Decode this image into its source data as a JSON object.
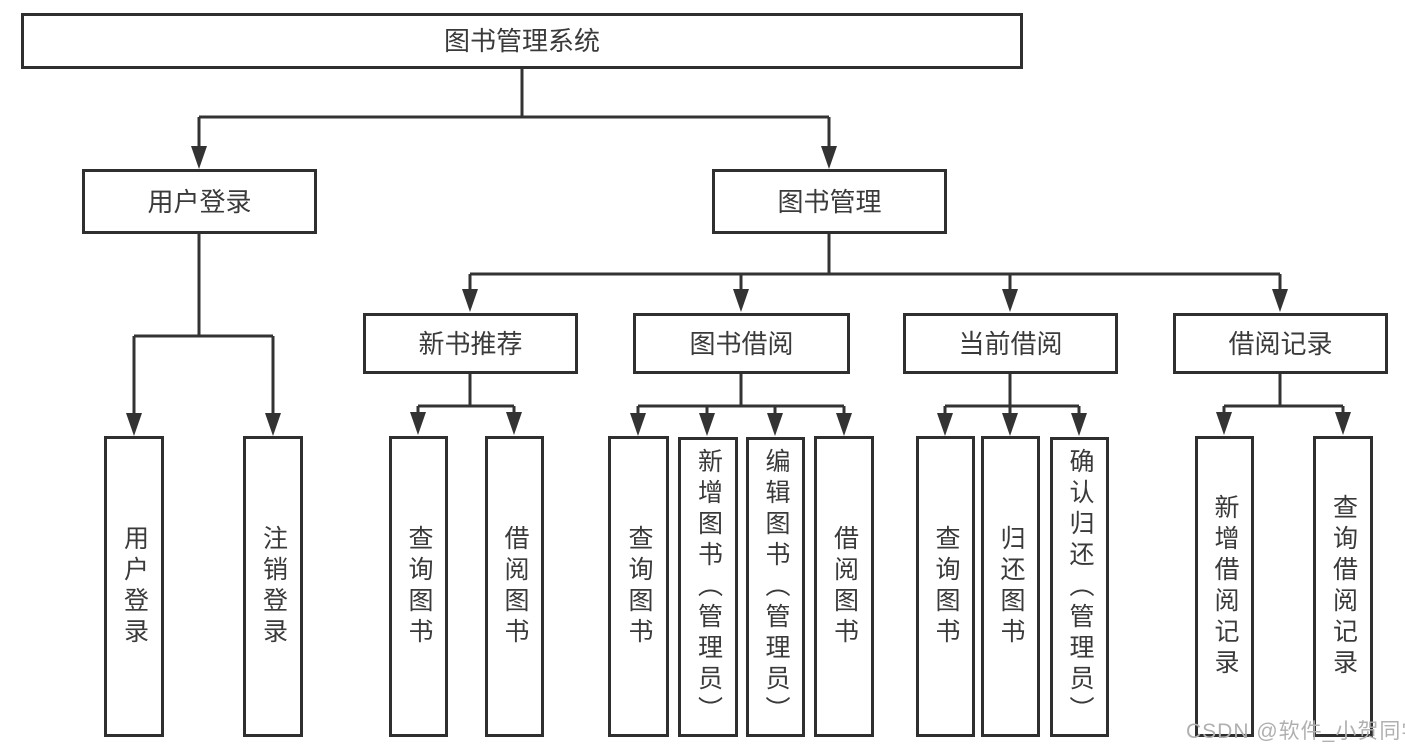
{
  "tree": {
    "label": "图书管理系统",
    "children": [
      {
        "label": "用户登录",
        "children": [
          {
            "label": "用户登录"
          },
          {
            "label": "注销登录"
          }
        ]
      },
      {
        "label": "图书管理",
        "children": [
          {
            "label": "新书推荐",
            "children": [
              {
                "label": "查询图书"
              },
              {
                "label": "借阅图书"
              }
            ]
          },
          {
            "label": "图书借阅",
            "children": [
              {
                "label": "查询图书"
              },
              {
                "label": "新增图书（管理员）"
              },
              {
                "label": "编辑图书（管理员）"
              },
              {
                "label": "借阅图书"
              }
            ]
          },
          {
            "label": "当前借阅",
            "children": [
              {
                "label": "查询图书"
              },
              {
                "label": "归还图书"
              },
              {
                "label": "确认归还（管理员）"
              }
            ]
          },
          {
            "label": "借阅记录",
            "children": [
              {
                "label": "新增借阅记录"
              },
              {
                "label": "查询借阅记录"
              }
            ]
          }
        ]
      }
    ]
  },
  "watermark": "CSDN @软件_小贺同学",
  "colors": {
    "line": "#333333",
    "box_border": "#2f2f2f",
    "text": "#3a3a3a",
    "watermark": "#b0b0b0",
    "background": "#ffffff"
  }
}
